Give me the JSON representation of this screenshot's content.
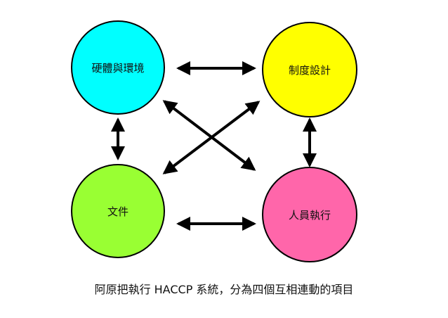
{
  "nodes": [
    {
      "id": "hardware",
      "label": "硬體與環境",
      "color": "#00ffff"
    },
    {
      "id": "system-design",
      "label": "制度設計",
      "color": "#ffff00"
    },
    {
      "id": "documents",
      "label": "文件",
      "color": "#99ff33"
    },
    {
      "id": "personnel",
      "label": "人員執行",
      "color": "#ff66aa"
    }
  ],
  "caption": "阿原把執行 HACCP 系統，分為四個互相連動的項目",
  "colors": {
    "outline": "#000000",
    "arrow": "#000000",
    "text": "#111111"
  }
}
